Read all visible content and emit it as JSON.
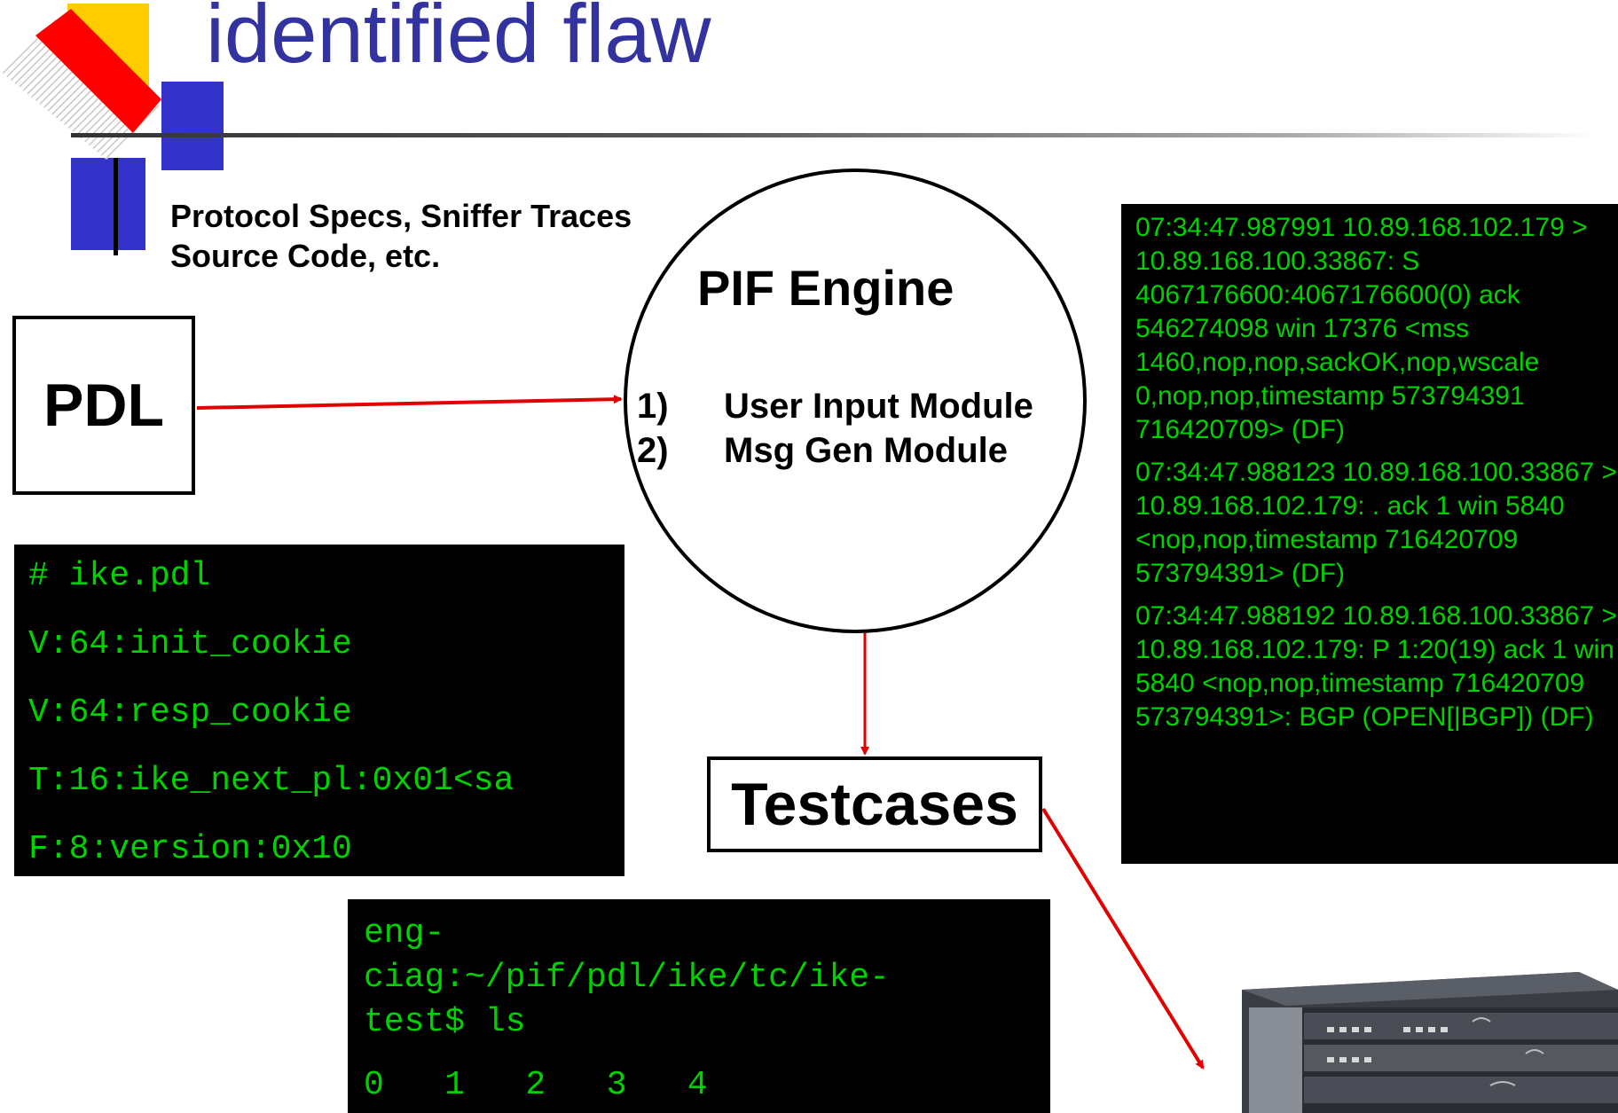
{
  "slide": {
    "title": "identified flaw"
  },
  "inputs_note": {
    "line1": "Protocol Specs, Sniffer Traces",
    "line2": "Source Code, etc."
  },
  "pdl": {
    "label": "PDL"
  },
  "engine": {
    "title": "PIF Engine",
    "modules": [
      {
        "num": "1)",
        "label": "User Input Module"
      },
      {
        "num": "2)",
        "label": "Msg Gen Module"
      }
    ]
  },
  "testcases": {
    "label": "Testcases"
  },
  "pdl_code": {
    "lines": [
      "# ike.pdl",
      "V:64:init_cookie",
      "V:64:resp_cookie",
      "T:16:ike_next_pl:0x01<sa",
      "F:8:version:0x10"
    ]
  },
  "trace": {
    "entries": [
      "07:34:47.987991 10.89.168.102.179 > 10.89.168.100.33867: S 4067176600:4067176600(0) ack 546274098 win 17376 <mss 1460,nop,nop,sackOK,nop,wscale 0,nop,nop,timestamp 573794391 716420709> (DF)",
      "07:34:47.988123 10.89.168.100.33867 > 10.89.168.102.179: . ack 1 win 5840 <nop,nop,timestamp 716420709 573794391> (DF)",
      "07:34:47.988192 10.89.168.100.33867 > 10.89.168.102.179: P 1:20(19) ack 1 win 5840 <nop,nop,timestamp 716420709 573794391>: BGP (OPEN[|BGP]) (DF)"
    ]
  },
  "terminal": {
    "prompt_lines": [
      "eng-",
      "ciag:~/pif/pdl/ike/tc/ike-",
      "test$ ls"
    ],
    "files": "0   1   2   3   4"
  },
  "colors": {
    "title": "#3333a0",
    "arrow": "#e00000",
    "terminal_bg": "#000000",
    "terminal_fg": "#00d200"
  },
  "icons": {
    "logo": "slide-template-logo-icon",
    "router": "network-router-icon"
  }
}
